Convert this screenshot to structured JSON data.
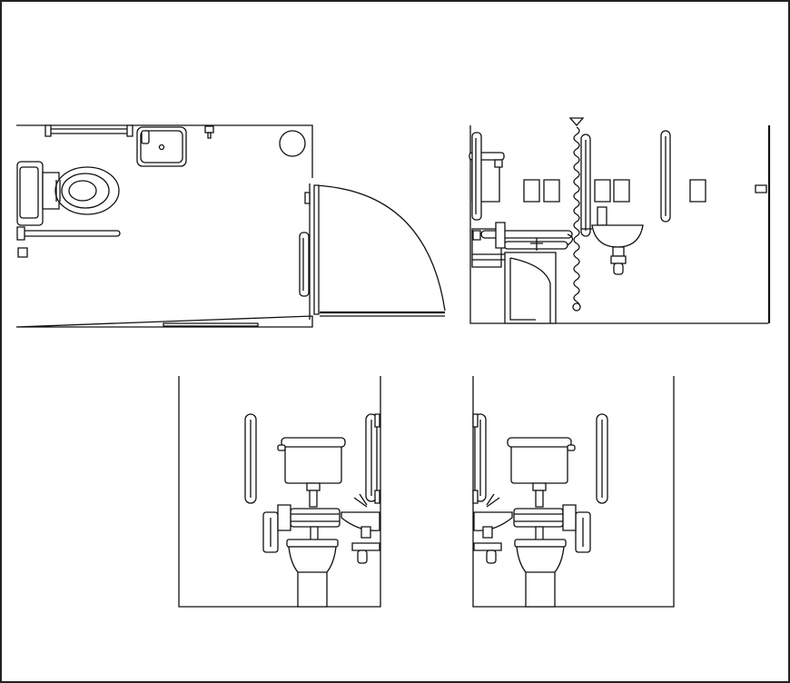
{
  "drawing": {
    "subject": "accessible-toilet-layout",
    "views": [
      {
        "id": "plan",
        "label": ""
      },
      {
        "id": "elevation-side",
        "label": ""
      },
      {
        "id": "elevation-front-left",
        "label": ""
      },
      {
        "id": "elevation-front-right",
        "label": ""
      }
    ],
    "line_color": "#111111",
    "background": "#ffffff"
  }
}
